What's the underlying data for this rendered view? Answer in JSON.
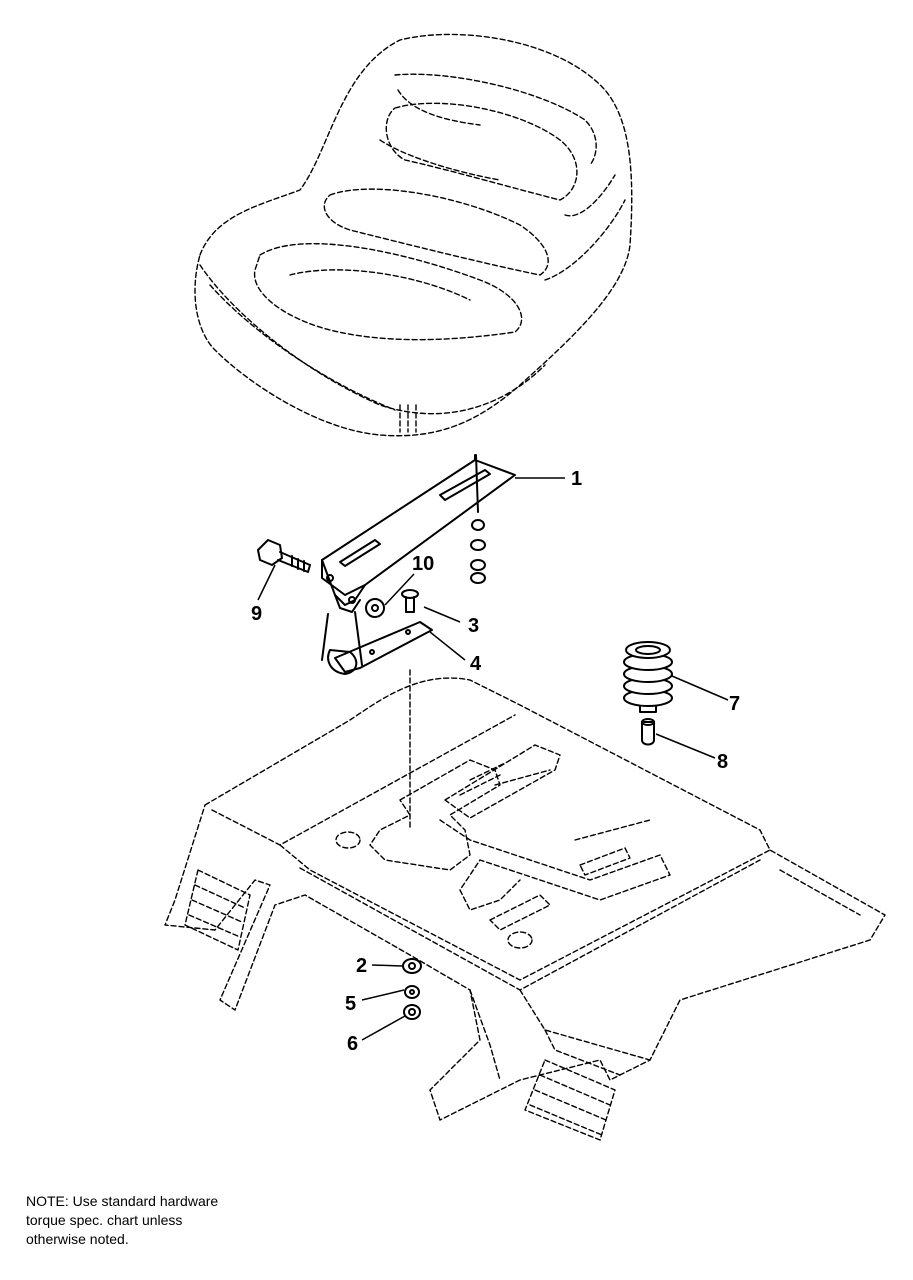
{
  "callouts": [
    {
      "id": "callout-1",
      "label": "1"
    },
    {
      "id": "callout-2",
      "label": "2"
    },
    {
      "id": "callout-3",
      "label": "3"
    },
    {
      "id": "callout-4",
      "label": "4"
    },
    {
      "id": "callout-5",
      "label": "5"
    },
    {
      "id": "callout-6",
      "label": "6"
    },
    {
      "id": "callout-7",
      "label": "7"
    },
    {
      "id": "callout-8",
      "label": "8"
    },
    {
      "id": "callout-9",
      "label": "9"
    },
    {
      "id": "callout-10",
      "label": "10"
    }
  ],
  "note": {
    "line1": "NOTE: Use standard hardware",
    "line2": "torque spec. chart unless",
    "line3": "otherwise noted."
  }
}
